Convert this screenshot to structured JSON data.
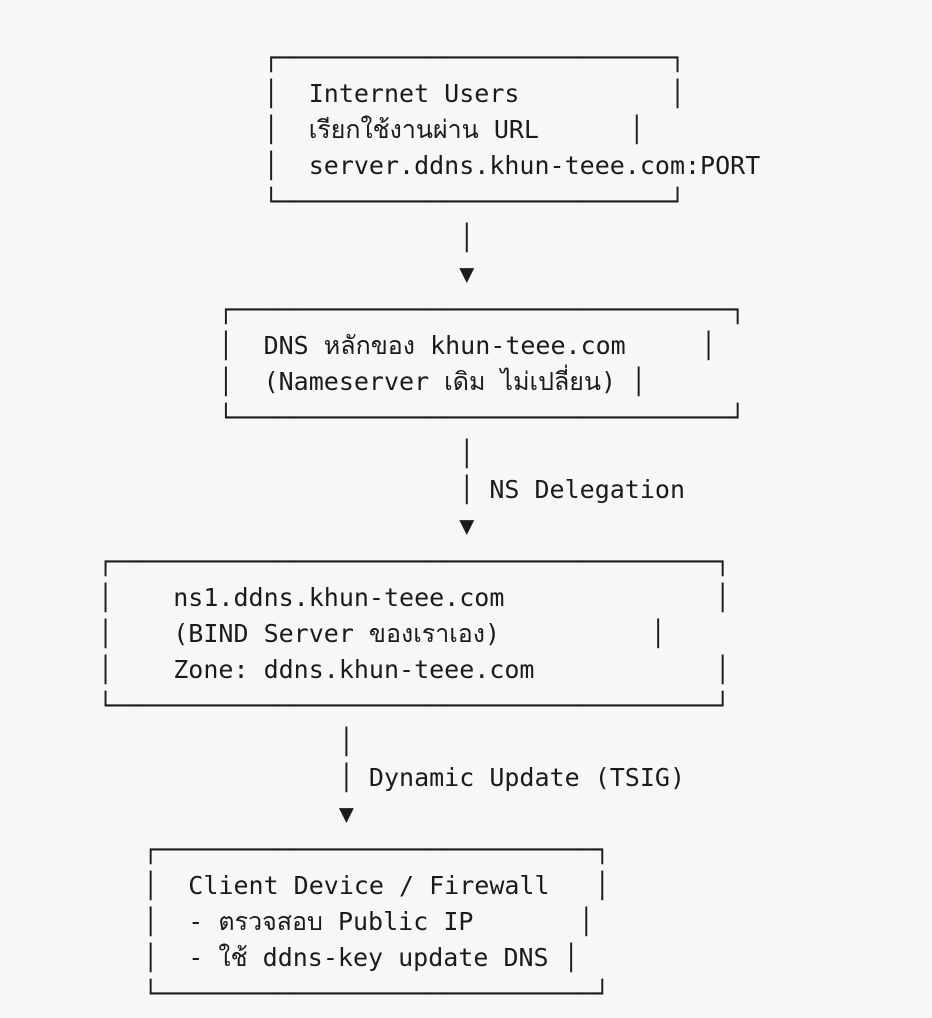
{
  "colors": {
    "background": "#f7f7f7",
    "text": "#1b1b1d"
  },
  "diagram": {
    "rows": [
      "           ┌──────────────────────────┐",
      "           │  Internet Users          │",
      "           │  เรียกใช้งานผ่าน URL      │",
      "           │  server.ddns.khun-teee.com:PORT",
      "           └──────────────────────────┘",
      "                        │",
      "                        ▼",
      "        ┌─────────────────────────────────┐",
      "        │  DNS หลักของ khun-teee.com     │",
      "        │  (Nameserver เดิม ไม่เปลี่ยน) │",
      "        └─────────────────────────────────┘",
      "                        │",
      "                        │ NS Delegation",
      "                        ▼",
      "┌────────────────────────────────────────┐",
      "│    ns1.ddns.khun-teee.com              │",
      "│    (BIND Server ของเราเอง)          │",
      "│    Zone: ddns.khun-teee.com            │",
      "└────────────────────────────────────────┘",
      "                │",
      "                │ Dynamic Update (TSIG)",
      "                ▼",
      "   ┌─────────────────────────────┐",
      "   │  Client Device / Firewall   │",
      "   │  - ตรวจสอบ Public IP       │",
      "   │  - ใช้ ddns-key update DNS │",
      "   └─────────────────────────────┘"
    ],
    "boxes": [
      {
        "id": "internet-users",
        "lines": [
          "Internet Users",
          "เรียกใช้งานผ่าน URL",
          "server.ddns.khun-teee.com:PORT"
        ]
      },
      {
        "id": "main-dns",
        "lines": [
          "DNS หลักของ khun-teee.com",
          "(Nameserver เดิม ไม่เปลี่ยน)"
        ]
      },
      {
        "id": "bind-server",
        "lines": [
          "ns1.ddns.khun-teee.com",
          "(BIND Server ของเราเอง)",
          "Zone: ddns.khun-teee.com"
        ]
      },
      {
        "id": "client-device",
        "lines": [
          "Client Device / Firewall",
          "- ตรวจสอบ Public IP",
          "- ใช้ ddns-key update DNS"
        ]
      }
    ],
    "arrows": [
      {
        "from": "internet-users",
        "to": "main-dns",
        "label": ""
      },
      {
        "from": "main-dns",
        "to": "bind-server",
        "label": "NS Delegation"
      },
      {
        "from": "bind-server",
        "to": "client-device",
        "label": "Dynamic Update (TSIG)"
      }
    ],
    "glyphs": {
      "arrow-down-icon": "▼",
      "connector-icon": "│"
    }
  }
}
